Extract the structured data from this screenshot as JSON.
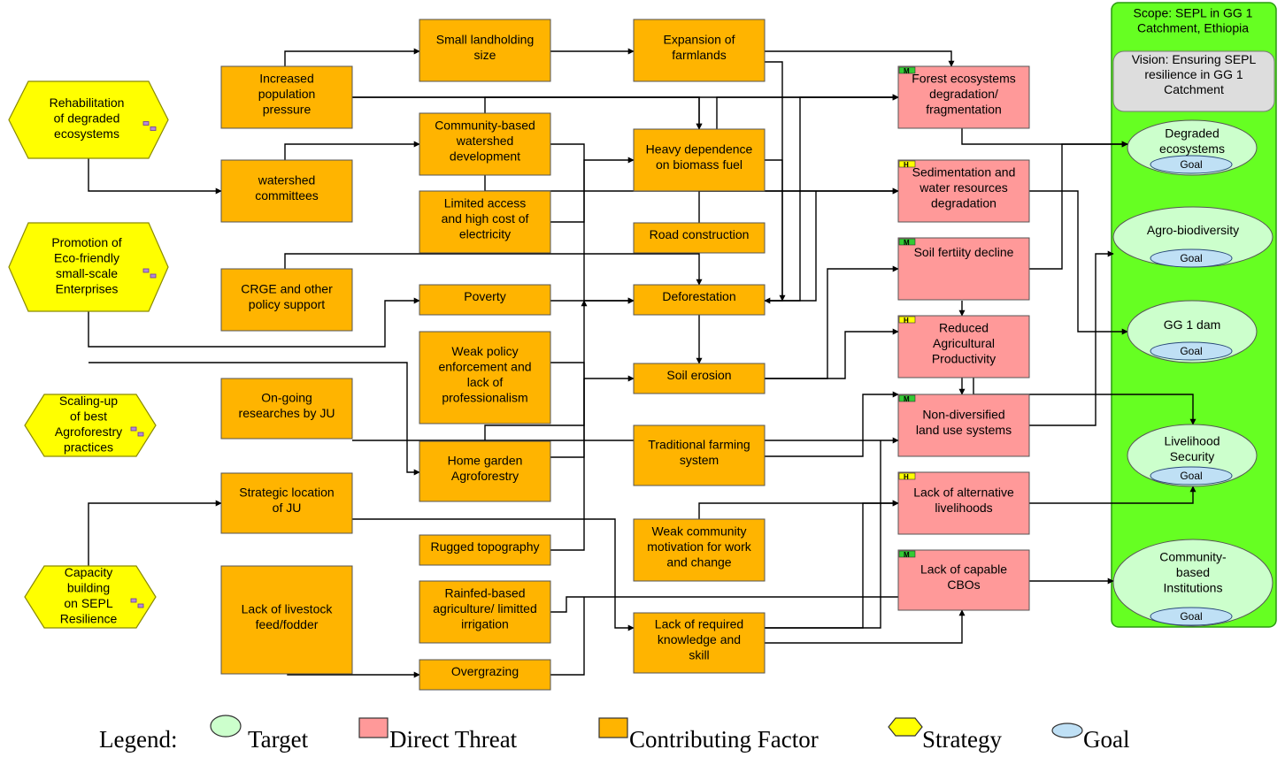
{
  "scope": {
    "title_lines": [
      "Scope: SEPL in GG 1",
      "Catchment, Ethiopia"
    ],
    "vision_lines": [
      "Vision: Ensuring SEPL",
      "resilience in GG 1",
      "Catchment"
    ]
  },
  "goal_label": "Goal",
  "strategies": [
    {
      "id": "s1",
      "lines": [
        "Rehabilitation",
        "of degraded",
        "ecosystems"
      ]
    },
    {
      "id": "s2",
      "lines": [
        "Promotion of",
        "Eco-friendly",
        "small-scale",
        "Enterprises"
      ]
    },
    {
      "id": "s3",
      "lines": [
        "Scaling-up",
        "of best",
        "Agroforestry",
        "practices"
      ]
    },
    {
      "id": "s4",
      "lines": [
        "Capacity",
        "building",
        "on SEPL",
        "Resilience"
      ]
    }
  ],
  "contributing_factors": [
    {
      "id": "c_pop",
      "lines": [
        "Increased",
        "population",
        "pressure"
      ]
    },
    {
      "id": "c_wsc",
      "lines": [
        "watershed",
        "committees"
      ]
    },
    {
      "id": "c_crge",
      "lines": [
        "CRGE and other",
        "policy support"
      ]
    },
    {
      "id": "c_res",
      "lines": [
        "On-going",
        "researches by JU"
      ]
    },
    {
      "id": "c_loc",
      "lines": [
        "Strategic location",
        "of JU"
      ]
    },
    {
      "id": "c_live",
      "lines": [
        "Lack of livestock",
        "feed/fodder"
      ]
    },
    {
      "id": "c_small",
      "lines": [
        "Small landholding",
        "size"
      ]
    },
    {
      "id": "c_cbw",
      "lines": [
        "Community-based",
        "watershed",
        "development"
      ]
    },
    {
      "id": "c_elec",
      "lines": [
        "Limited access",
        "and high cost of",
        "electricity"
      ]
    },
    {
      "id": "c_pov",
      "lines": [
        "Poverty"
      ]
    },
    {
      "id": "c_weak",
      "lines": [
        "Weak policy",
        "enforcement and",
        "lack of",
        "professionalism"
      ]
    },
    {
      "id": "c_home",
      "lines": [
        "Home garden",
        "Agroforestry"
      ]
    },
    {
      "id": "c_rug",
      "lines": [
        "Rugged topography"
      ]
    },
    {
      "id": "c_rain",
      "lines": [
        "Rainfed-based",
        "agriculture/ limitted",
        "irrigation"
      ]
    },
    {
      "id": "c_over",
      "lines": [
        "Overgrazing"
      ]
    },
    {
      "id": "c_exp",
      "lines": [
        "Expansion of",
        "farmlands"
      ]
    },
    {
      "id": "c_bio",
      "lines": [
        "Heavy dependence",
        "on biomass fuel"
      ]
    },
    {
      "id": "c_road",
      "lines": [
        "Road construction"
      ]
    },
    {
      "id": "c_def",
      "lines": [
        "Deforestation"
      ]
    },
    {
      "id": "c_soil",
      "lines": [
        "Soil erosion"
      ]
    },
    {
      "id": "c_trad",
      "lines": [
        "Traditional farming",
        "system"
      ]
    },
    {
      "id": "c_mot",
      "lines": [
        "Weak community",
        "motivation for work",
        "and change"
      ]
    },
    {
      "id": "c_know",
      "lines": [
        "Lack of required",
        "knowledge and",
        "skill"
      ]
    }
  ],
  "direct_threats": [
    {
      "id": "t_forest",
      "rating": "M",
      "lines": [
        "Forest ecosystems",
        "degradation/",
        "fragmentation"
      ]
    },
    {
      "id": "t_sed",
      "rating": "H",
      "lines": [
        "Sedimentation and",
        "water resources",
        "degradation"
      ]
    },
    {
      "id": "t_fert",
      "rating": "M",
      "lines": [
        "Soil fertiity decline"
      ]
    },
    {
      "id": "t_agri",
      "rating": "H",
      "lines": [
        "Reduced",
        "Agricultural",
        "Productivity"
      ]
    },
    {
      "id": "t_land",
      "rating": "M",
      "lines": [
        "Non-diversified",
        "land use systems"
      ]
    },
    {
      "id": "t_alt",
      "rating": "H",
      "lines": [
        "Lack of alternative",
        "livelihoods"
      ]
    },
    {
      "id": "t_cbo",
      "rating": "M",
      "lines": [
        "Lack of capable",
        "CBOs"
      ]
    }
  ],
  "targets": [
    {
      "id": "g1",
      "lines": [
        "Degraded",
        "ecosystems"
      ]
    },
    {
      "id": "g2",
      "lines": [
        "Agro-biodiversity"
      ]
    },
    {
      "id": "g3",
      "lines": [
        "GG 1 dam"
      ]
    },
    {
      "id": "g4",
      "lines": [
        "Livelihood",
        "Security"
      ]
    },
    {
      "id": "g5",
      "lines": [
        "Community-",
        "based",
        "Institutions"
      ]
    }
  ],
  "legend": {
    "title": "Legend:",
    "target": "Target",
    "direct_threat": "Direct Threat",
    "contributing_factor": "Contributing Factor",
    "strategy": "Strategy",
    "goal": "Goal"
  },
  "colors": {
    "strategy": "#ffff00",
    "contributing_factor": "#ffb400",
    "direct_threat": "#ff9999",
    "target": "#ccffcc",
    "goal": "#bfe0f5",
    "scope": "#66ff22",
    "vision": "#dddddd",
    "rating_high": "#ffff00",
    "rating_medium": "#33cc33"
  }
}
